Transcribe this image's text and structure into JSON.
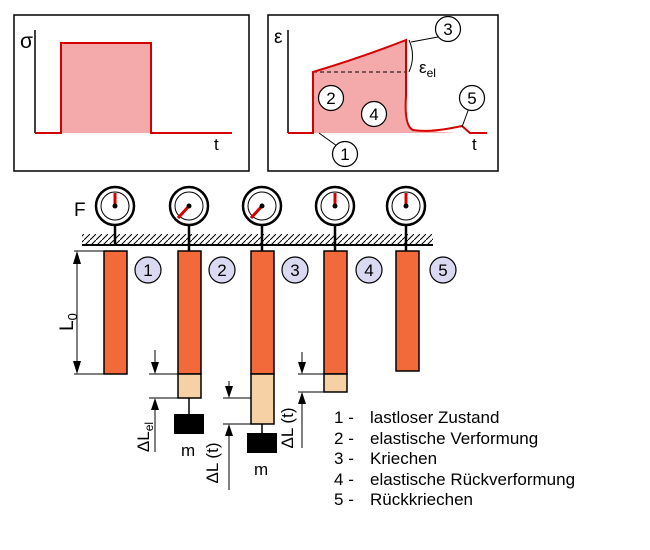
{
  "colors": {
    "red": "#d40000",
    "fill_pink": "#f4aaaa",
    "bar_orange": "#f26a3a",
    "extension_tan": "#f7d1a6",
    "badge_fill": "#d9d9f2",
    "black": "#000000"
  },
  "stress_plot": {
    "y_label": "σ",
    "x_label": "t"
  },
  "strain_plot": {
    "y_label": "ε",
    "x_label": "t",
    "eps_el_main": "ε",
    "eps_el_sub": "el"
  },
  "markers": [
    "1",
    "2",
    "3",
    "4",
    "5"
  ],
  "apparatus": {
    "force_label": "F",
    "length_main": "L",
    "length_sub": "0",
    "mass_label": "m",
    "delta_el_main": "ΔL",
    "delta_el_sub": "el",
    "delta_t_label": "ΔL (t)"
  },
  "legend": [
    {
      "number": "1",
      "separator": "-",
      "text": "lastloser Zustand"
    },
    {
      "number": "2",
      "separator": "-",
      "text": "elastische Verformung"
    },
    {
      "number": "3",
      "separator": "-",
      "text": "Kriechen"
    },
    {
      "number": "4",
      "separator": "-",
      "text": "elastische Rückverformung"
    },
    {
      "number": "5",
      "separator": "-",
      "text": "Rückkriechen"
    }
  ]
}
